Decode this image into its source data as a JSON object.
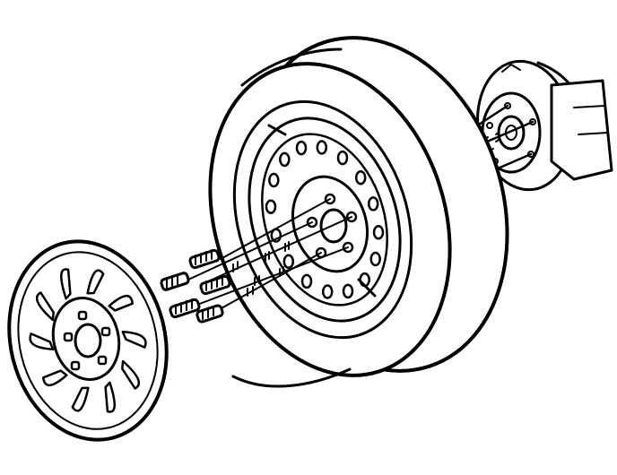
{
  "diagram": {
    "components": [
      {
        "id": "hub-assembly",
        "kind": "hub-and-brake-rotor"
      },
      {
        "id": "wheel-studs",
        "kind": "studs",
        "count": 5
      },
      {
        "id": "tire-and-wheel",
        "kind": "tire-with-steel-wheel"
      },
      {
        "id": "lug-nuts",
        "kind": "fasteners",
        "count": 5
      },
      {
        "id": "wheel-cover",
        "kind": "hubcap"
      }
    ],
    "colors": {
      "ink": "#000000",
      "paper": "#ffffff"
    }
  }
}
